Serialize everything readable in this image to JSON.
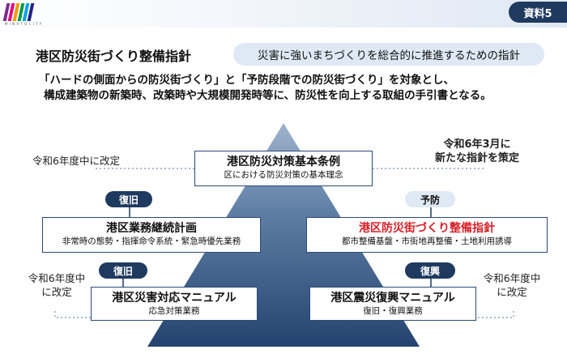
{
  "header": {
    "logo_text": "M I N A T O   C I T Y",
    "logo_colors": [
      "#7a2a8c",
      "#e6007e",
      "#f39800",
      "#009944",
      "#00a0e9",
      "#1d2088"
    ],
    "doc_label": "資料5"
  },
  "title": "港区防災街づくり整備指針",
  "subtitle": "災害に強いまちづくりを総合的に推進するための指針",
  "description": {
    "line1": "「ハードの側面からの防災街づくり」と「予防段階での防災街づくり」を対象とし、",
    "line2": "構成建築物の新築時、改築時や大規模開発時等に、防災性を向上する取組の手引書となる。"
  },
  "notes": {
    "top_left": "令和6年度中に改定",
    "top_right_line1": "令和6年3月に",
    "top_right_line2": "新たな指針を策定",
    "bottom_left_line1": "令和6年度中",
    "bottom_left_line2": "に改定",
    "bottom_right_line1": "令和6年度中",
    "bottom_right_line2": "に改定"
  },
  "boxes": {
    "top": {
      "title": "港区防災対策基本条例",
      "sub": "区における防災対策の基本理念"
    },
    "mid_left": {
      "title": "港区業務継続計画",
      "sub": "非常時の態勢・指揮命令系統・緊急時優先業務"
    },
    "mid_right": {
      "title": "港区防災街づくり整備指針",
      "sub": "都市整備基盤・市街地再整備・土地利用誘導"
    },
    "bot_left": {
      "title": "港区災害対応マニュアル",
      "sub": "応急対策業務"
    },
    "bot_right": {
      "title": "港区震災復興マニュアル",
      "sub": "復旧・復興業務"
    }
  },
  "pills": {
    "upper_left": "復旧",
    "upper_right": "予防",
    "lower_left": "復旧",
    "lower_right": "復興"
  },
  "colors": {
    "navy": "#1f3a5f",
    "highlight_red": "#d91f26",
    "light_blue": "#dfe9f5"
  }
}
